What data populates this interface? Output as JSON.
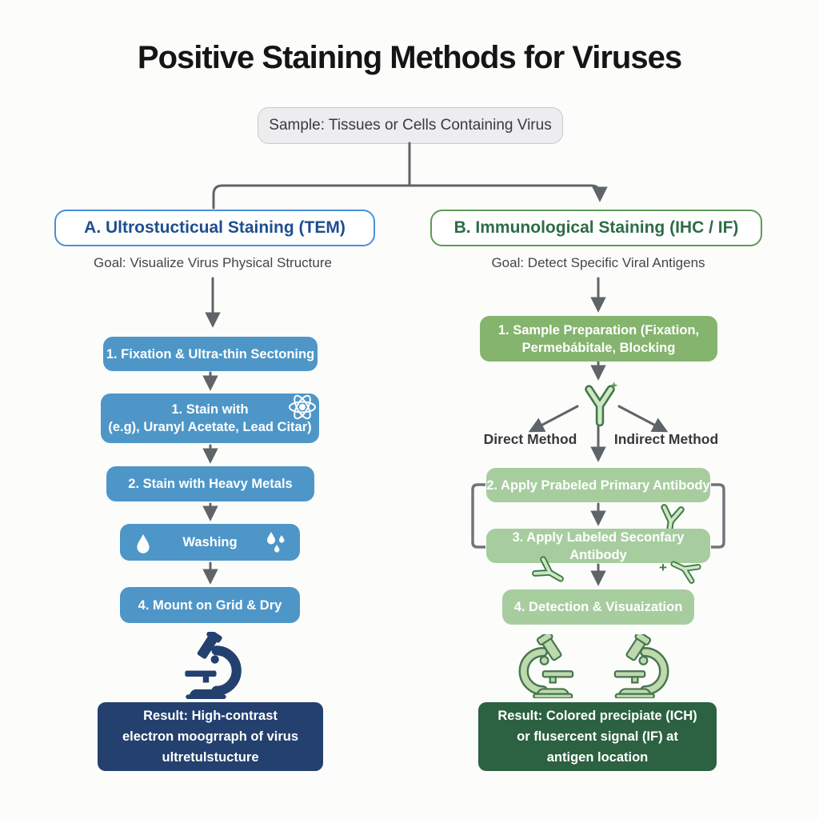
{
  "title": "Positive Staining Methods for Viruses",
  "sample_box": {
    "label": "Sample: Tissues or Cells Containing Virus"
  },
  "branch_a": {
    "header": "A. Ultrostucticual Staining (TEM)",
    "goal": "Goal: Visualize Virus Physical Structure",
    "steps": [
      {
        "lines": [
          "1. Fixation & Ultra-thin Sectoning"
        ]
      },
      {
        "lines": [
          "1. Stain with",
          "(e.g), Uranyl Acetate, Lead Citar)"
        ],
        "icon": "atom-icon"
      },
      {
        "lines": [
          "2. Stain with Heavy Metals"
        ]
      },
      {
        "lines": [
          "Washing"
        ],
        "icon": "water-drop-icons"
      },
      {
        "lines": [
          "4. Mount on Grid & Dry"
        ]
      }
    ],
    "result_lines": [
      "Result: High-contrast",
      "electron moogrraph of virus",
      "ultretulstucture"
    ]
  },
  "branch_b": {
    "header": "B. Immunological Staining (IHC / IF)",
    "goal": "Goal: Detect Specific Viral Antigens",
    "step1_lines": [
      "1. Sample Preparation (Fixation,",
      "Permebábitale, Blocking"
    ],
    "direct_label": "Direct Method",
    "indirect_label": "Indirect Method",
    "step2": "2. Apply Prabeled Primary Antibody",
    "step3": "3. Apply Labeled Seconfary Antibody",
    "step4": "4. Detection & Visuaization",
    "result_lines": [
      "Result: Colored precipiate (ICH)",
      "or flusercent signal (IF) at",
      "antigen location"
    ],
    "plus_sign": "+"
  },
  "icons": {
    "atom": "atom-icon",
    "water_drop": "water-drop-icon",
    "water_droplets": "water-droplets-icon",
    "antibody": "antibody-icon",
    "sparkle": "sparkle-icon",
    "microscope": "microscope-icon"
  },
  "colors": {
    "blue_box": "#4e96c8",
    "blue_border": "#4a90d9",
    "blue_text": "#1d4e8f",
    "navy_result": "#23406e",
    "green_medium": "#85b46e",
    "green_light": "#a7cd9f",
    "green_border": "#5d9b57",
    "green_text": "#2d6b47",
    "green_result": "#2c6141",
    "connector_gray": "#5f6468",
    "background": "#fcfcfb"
  }
}
